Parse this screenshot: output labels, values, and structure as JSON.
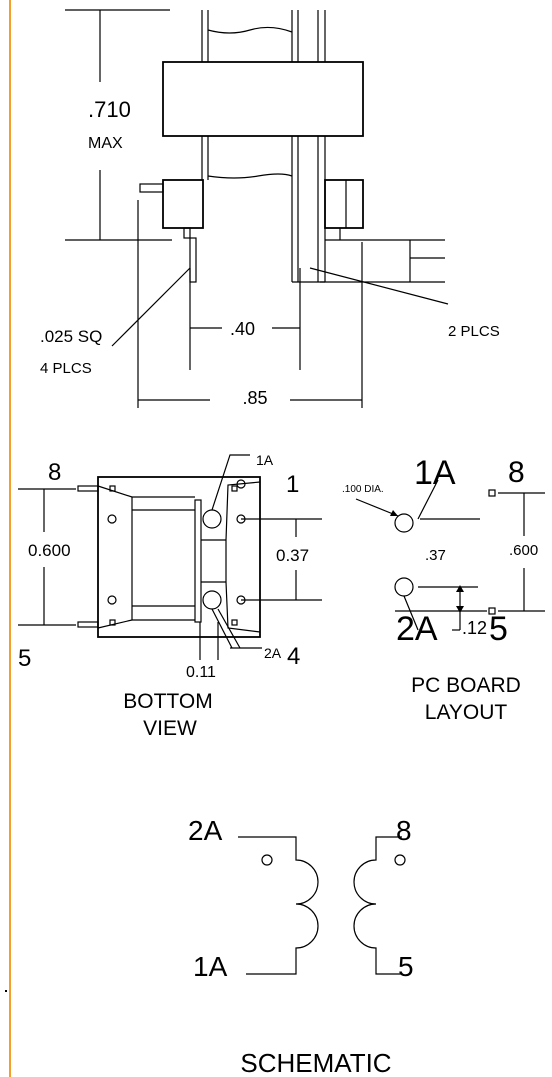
{
  "accent_color": "#f4a028",
  "side_view": {
    "height_value": ".710",
    "height_note": "MAX",
    "pin_size": ".025 SQ",
    "pin_count": "4 PLCS",
    "pin_spacing": ".40",
    "tab_count": "2 PLCS",
    "overall_width": ".85"
  },
  "bottom_view": {
    "pin_top_left": "8",
    "pin_top_right": "1",
    "pin_bottom_left": "5",
    "pin_bottom_right": "4",
    "pin_1a": "1A",
    "pin_2a": "2A",
    "row_spacing": "0.600",
    "tab_spacing": "0.37",
    "tab_offset": "0.11",
    "caption_line1": "BOTTOM",
    "caption_line2": "VIEW"
  },
  "pcb_layout": {
    "pin_1a": "1A",
    "pin_8": "8",
    "pin_2a": "2A",
    "pin_5": "5",
    "hole_size": ".100 DIA.",
    "tab_spacing": ".37",
    "row_spacing": ".600",
    "tab_offset": ".12",
    "caption_line1": "PC BOARD",
    "caption_line2": "LAYOUT"
  },
  "schematic": {
    "top_left": "2A",
    "top_right": "8",
    "bottom_left": "1A",
    "bottom_right": "5",
    "caption": "SCHEMATIC"
  }
}
